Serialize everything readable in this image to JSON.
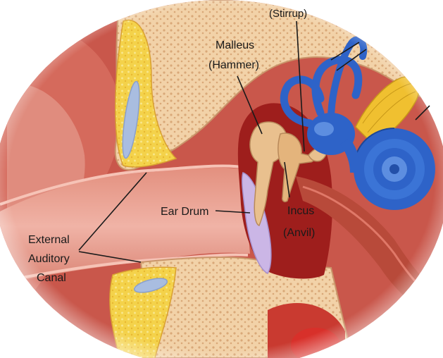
{
  "labels": {
    "stirrup": "(Stirrup)",
    "malleus_line1": "Malleus",
    "malleus_line2": "(Hammer)",
    "ear_drum": "Ear Drum",
    "incus_line1": "Incus",
    "incus_line2": "(Anvil)",
    "canal_line1": "External",
    "canal_line2": "Auditory",
    "canal_line3": "Canal"
  },
  "colors": {
    "bone": "#f2d2a8",
    "bone_pores": "#d9a878",
    "fat_yellow": "#f4d24a",
    "canal_pink": "#e8a097",
    "flesh_dark": "#b8463e",
    "middle_ear_red": "#9e1e1c",
    "inner_ear_blue": "#2e63c8",
    "nerve_yellow": "#f0c030",
    "ear_drum_lilac": "#cbb6e6",
    "ossicle_tan": "#e9c08e"
  }
}
